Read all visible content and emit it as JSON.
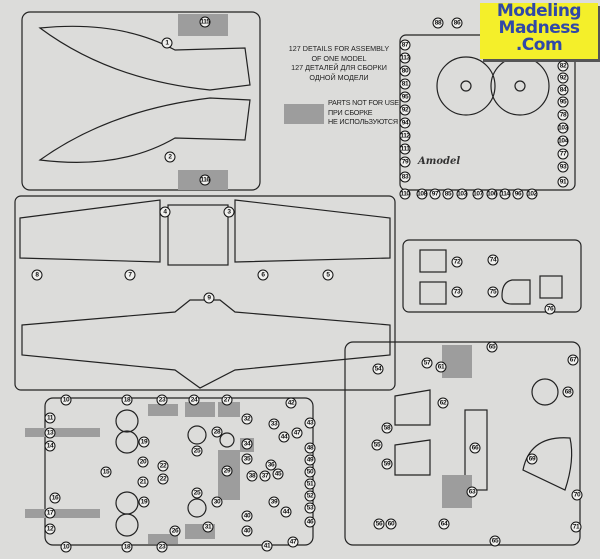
{
  "logo": {
    "line1": "Modeling",
    "line2": "Madness",
    "line3": ".Com",
    "bg_color": "#f4ef2a",
    "text_color": "#3048a8"
  },
  "info": {
    "en": "127 DETAILS FOR ASSEMBLY OF ONE MODEL",
    "en_line1": "127 DETAILS FOR ASSEMBLY",
    "en_line2": "OF ONE MODEL",
    "ru_line1": "127 ДЕТАЛЕЙ ДЛЯ СБОРКИ",
    "ru_line2": "ОДНОЙ МОДЕЛИ"
  },
  "legend": {
    "line1": "PARTS NOT FOR USE",
    "line2": "ПРИ СБОРКЕ",
    "line3": "НЕ ИСПОЛЬЗУЮТСЯ",
    "swatch_color": "#9d9d9d"
  },
  "etch_brand": "Amodel",
  "sprues": {
    "fuselage": [
      "1",
      "115",
      "2",
      "116"
    ],
    "wings": [
      "4",
      "3",
      "8",
      "7",
      "6",
      "5",
      "9"
    ],
    "photo_etch": [
      "87",
      "88",
      "86",
      "113",
      "80",
      "81",
      "95",
      "92",
      "94",
      "112",
      "111",
      "79",
      "83",
      "110",
      "108",
      "97",
      "85",
      "103",
      "107",
      "106",
      "114",
      "96",
      "102",
      "82",
      "92",
      "84",
      "95",
      "78",
      "103",
      "104",
      "77",
      "93",
      "91"
    ],
    "clear": [
      "72",
      "73",
      "74",
      "75",
      "76"
    ],
    "details_a": [
      "10",
      "11",
      "13",
      "14",
      "15",
      "16",
      "17",
      "12",
      "10",
      "18",
      "19",
      "20",
      "21",
      "19",
      "18",
      "23",
      "22",
      "22",
      "23",
      "24",
      "28",
      "25",
      "25",
      "26",
      "27",
      "29",
      "30",
      "31",
      "32",
      "33",
      "34",
      "35",
      "36",
      "38",
      "37",
      "45",
      "39",
      "40",
      "40",
      "41",
      "42",
      "43",
      "44",
      "47",
      "48",
      "49",
      "50",
      "51",
      "52",
      "53",
      "44",
      "46",
      "47"
    ],
    "details_b": [
      "54",
      "57",
      "61",
      "65",
      "67",
      "68",
      "62",
      "58",
      "55",
      "66",
      "59",
      "69",
      "63",
      "70",
      "56",
      "60",
      "64",
      "65",
      "71"
    ]
  }
}
